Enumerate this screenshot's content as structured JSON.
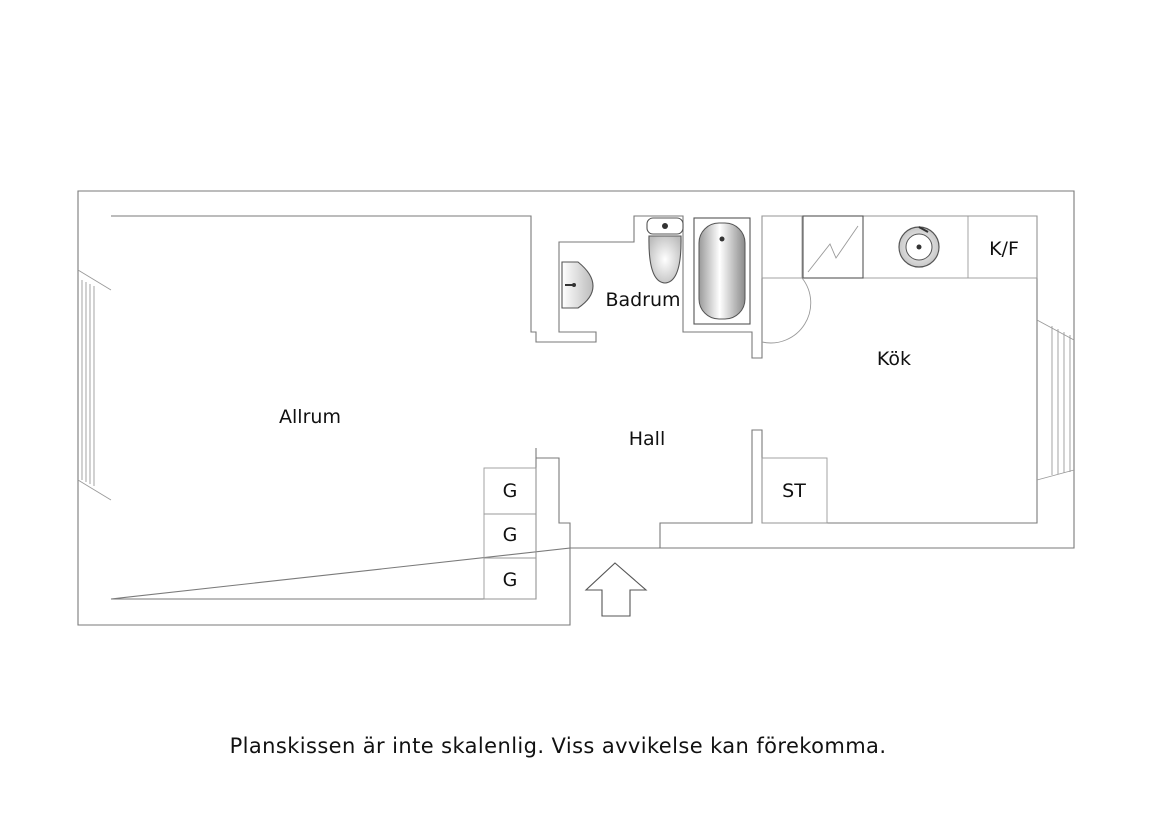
{
  "rooms": {
    "allrum": "Allrum",
    "badrum": "Badrum",
    "hall": "Hall",
    "kok": "Kök"
  },
  "fixtures": {
    "kf": "K/F",
    "st": "ST",
    "g1": "G",
    "g2": "G",
    "g3": "G"
  },
  "disclaimer": "Planskissen är inte skalenlig. Viss avvikelse kan förekomma."
}
